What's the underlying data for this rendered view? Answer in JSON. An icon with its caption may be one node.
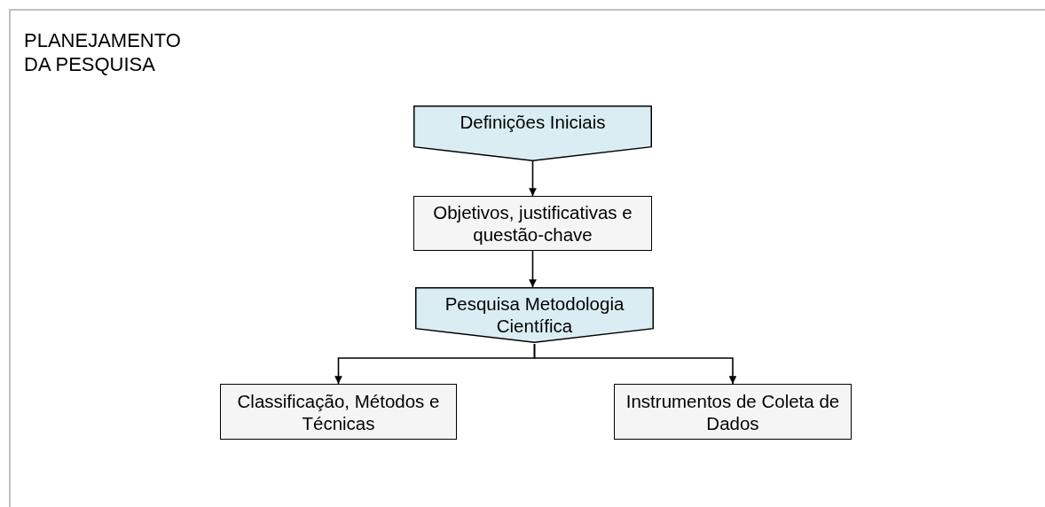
{
  "diagram": {
    "nodes": [
      {
        "text": [
          "PLANEJAMENTO DA PESQUISA"
        ]
      },
      {
        "text": [
          "Definições Iniciais"
        ],
        "in": 0
      },
      {
        "text": [
          "Objetivos, justificativas e questão-chave"
        ],
        "in": 0
      },
      {
        "text": [
          "Pesquisa Metodologia Científica"
        ],
        "in": 0
      },
      {
        "text": [
          "Classificação, Métodos e Técnicas"
        ],
        "in": 0
      },
      {
        "text": [
          "Instrumentos de Coleta de Dados"
        ],
        "in": 0
      }
    ],
    "edges": [
      {
        "from": 1,
        "to": 2,
        "arrow": "to"
      },
      {
        "from": 2,
        "to": 3,
        "arrow": "to"
      },
      {
        "from": 3,
        "to": 4,
        "arrow": "to"
      },
      {
        "from": 3,
        "to": 5,
        "arrow": "to"
      }
    ]
  }
}
